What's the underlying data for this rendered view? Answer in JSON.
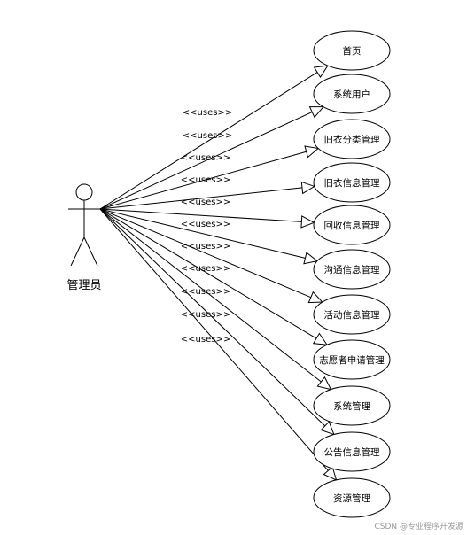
{
  "actor": {
    "name": "管理员"
  },
  "relation_label": "<<uses>>",
  "use_cases": [
    {
      "label": "首页"
    },
    {
      "label": "系统用户"
    },
    {
      "label": "旧衣分类管理"
    },
    {
      "label": "旧衣信息管理"
    },
    {
      "label": "回收信息管理"
    },
    {
      "label": "沟通信息管理"
    },
    {
      "label": "活动信息管理"
    },
    {
      "label": "志愿者申请管理"
    },
    {
      "label": "系统管理"
    },
    {
      "label": "公告信息管理"
    },
    {
      "label": "资源管理"
    }
  ],
  "watermark": "CSDN @专业程序开发源"
}
